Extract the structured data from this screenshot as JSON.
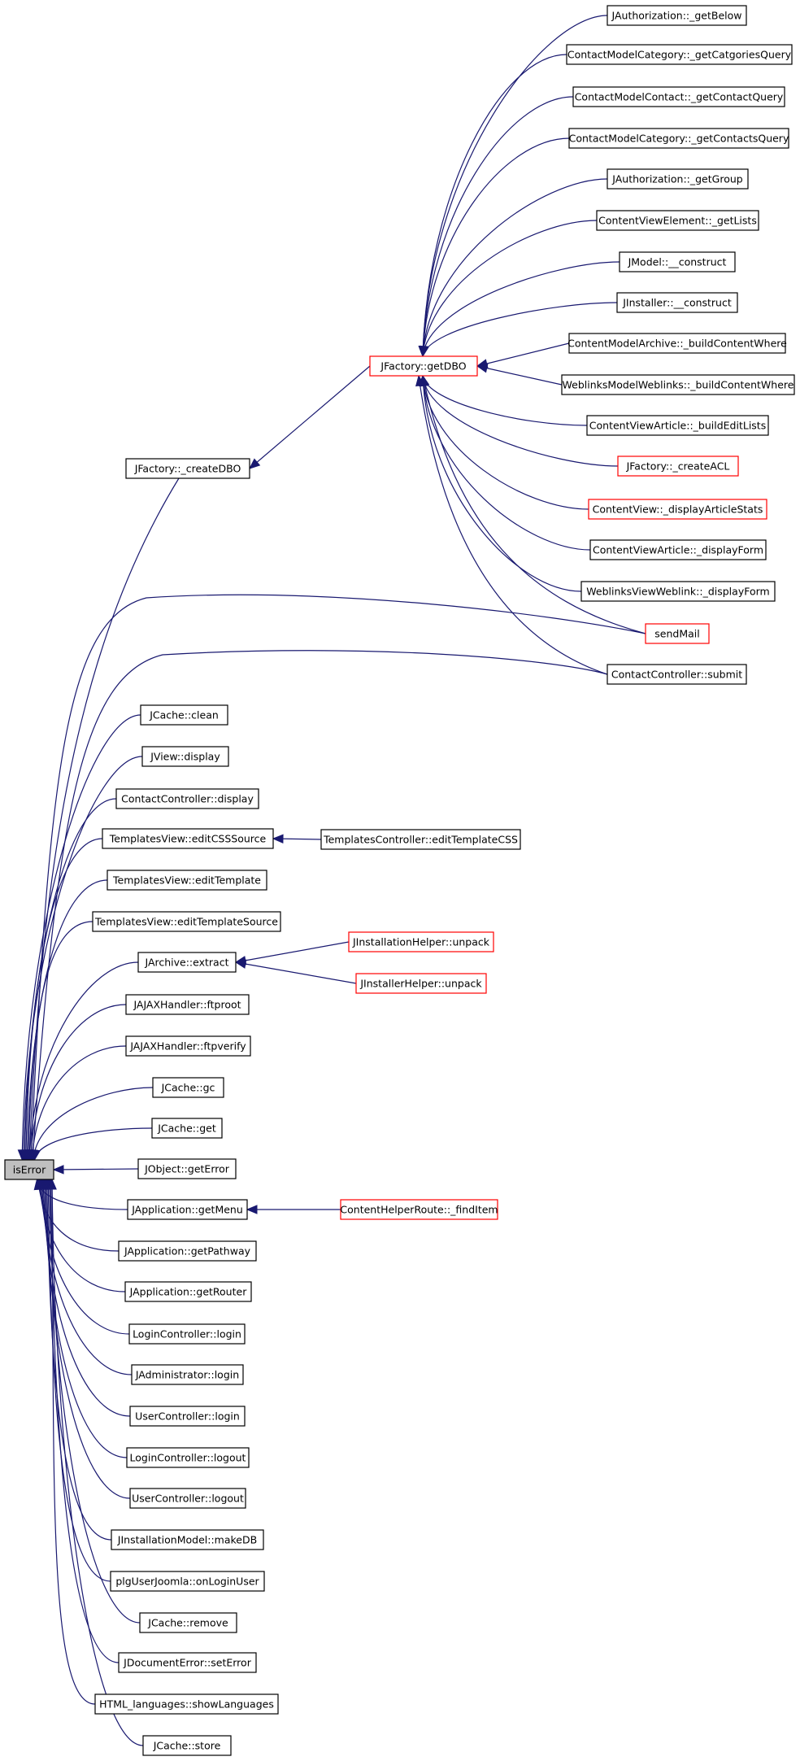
{
  "diagram": {
    "type": "call-graph",
    "root": "isError",
    "colors": {
      "edge": "#191970",
      "border": "#000000",
      "incomplete_border": "#ff0000",
      "root_fill": "#bfbfbf"
    },
    "nodes": [
      {
        "id": "isError",
        "label": "isError",
        "style": "root"
      },
      {
        "id": "n1",
        "label": "JFactory::_createDBO",
        "style": "normal"
      },
      {
        "id": "n2",
        "label": "JFactory::getDBO",
        "style": "red"
      },
      {
        "id": "n3",
        "label": "JAuthorization::_getBelow",
        "style": "normal"
      },
      {
        "id": "n4",
        "label": "ContactModelCategory::_getCatgoriesQuery",
        "style": "normal"
      },
      {
        "id": "n5",
        "label": "ContactModelContact::_getContactQuery",
        "style": "normal"
      },
      {
        "id": "n6",
        "label": "ContactModelCategory::_getContactsQuery",
        "style": "normal"
      },
      {
        "id": "n7",
        "label": "JAuthorization::_getGroup",
        "style": "normal"
      },
      {
        "id": "n8",
        "label": "ContentViewElement::_getLists",
        "style": "normal"
      },
      {
        "id": "n9",
        "label": "JModel::__construct",
        "style": "normal"
      },
      {
        "id": "n10",
        "label": "JInstaller::__construct",
        "style": "normal"
      },
      {
        "id": "n11",
        "label": "ContentModelArchive::_buildContentWhere",
        "style": "normal"
      },
      {
        "id": "n12",
        "label": "WeblinksModelWeblinks::_buildContentWhere",
        "style": "normal"
      },
      {
        "id": "n13",
        "label": "ContentViewArticle::_buildEditLists",
        "style": "normal"
      },
      {
        "id": "n14",
        "label": "JFactory::_createACL",
        "style": "red"
      },
      {
        "id": "n15",
        "label": "ContentView::_displayArticleStats",
        "style": "red"
      },
      {
        "id": "n16",
        "label": "ContentViewArticle::_displayForm",
        "style": "normal"
      },
      {
        "id": "n17",
        "label": "WeblinksViewWeblink::_displayForm",
        "style": "normal"
      },
      {
        "id": "n18",
        "label": "sendMail",
        "style": "red"
      },
      {
        "id": "n19",
        "label": "ContactController::submit",
        "style": "normal"
      },
      {
        "id": "n20",
        "label": "JCache::clean",
        "style": "normal"
      },
      {
        "id": "n21",
        "label": "JView::display",
        "style": "normal"
      },
      {
        "id": "n22",
        "label": "ContactController::display",
        "style": "normal"
      },
      {
        "id": "n23",
        "label": "TemplatesView::editCSSSource",
        "style": "normal"
      },
      {
        "id": "n24",
        "label": "TemplatesController::editTemplateCSS",
        "style": "normal"
      },
      {
        "id": "n25",
        "label": "TemplatesView::editTemplate",
        "style": "normal"
      },
      {
        "id": "n26",
        "label": "TemplatesView::editTemplateSource",
        "style": "normal"
      },
      {
        "id": "n27",
        "label": "JArchive::extract",
        "style": "normal"
      },
      {
        "id": "n28",
        "label": "JInstallationHelper::unpack",
        "style": "red"
      },
      {
        "id": "n29",
        "label": "JInstallerHelper::unpack",
        "style": "red"
      },
      {
        "id": "n30",
        "label": "JAJAXHandler::ftproot",
        "style": "normal"
      },
      {
        "id": "n31",
        "label": "JAJAXHandler::ftpverify",
        "style": "normal"
      },
      {
        "id": "n32",
        "label": "JCache::gc",
        "style": "normal"
      },
      {
        "id": "n33",
        "label": "JCache::get",
        "style": "normal"
      },
      {
        "id": "n34",
        "label": "JObject::getError",
        "style": "normal"
      },
      {
        "id": "n35",
        "label": "JApplication::getMenu",
        "style": "normal"
      },
      {
        "id": "n36",
        "label": "ContentHelperRoute::_findItem",
        "style": "red"
      },
      {
        "id": "n37",
        "label": "JApplication::getPathway",
        "style": "normal"
      },
      {
        "id": "n38",
        "label": "JApplication::getRouter",
        "style": "normal"
      },
      {
        "id": "n39",
        "label": "LoginController::login",
        "style": "normal"
      },
      {
        "id": "n40",
        "label": "JAdministrator::login",
        "style": "normal"
      },
      {
        "id": "n41",
        "label": "UserController::login",
        "style": "normal"
      },
      {
        "id": "n42",
        "label": "LoginController::logout",
        "style": "normal"
      },
      {
        "id": "n43",
        "label": "UserController::logout",
        "style": "normal"
      },
      {
        "id": "n44",
        "label": "JInstallationModel::makeDB",
        "style": "normal"
      },
      {
        "id": "n45",
        "label": "plgUserJoomla::onLoginUser",
        "style": "normal"
      },
      {
        "id": "n46",
        "label": "JCache::remove",
        "style": "normal"
      },
      {
        "id": "n47",
        "label": "JDocumentError::setError",
        "style": "normal"
      },
      {
        "id": "n48",
        "label": "HTML_languages::showLanguages",
        "style": "normal"
      },
      {
        "id": "n49",
        "label": "JCache::store",
        "style": "normal"
      }
    ],
    "edges": [
      [
        "n1",
        "isError"
      ],
      [
        "n18",
        "isError"
      ],
      [
        "n19",
        "isError"
      ],
      [
        "n20",
        "isError"
      ],
      [
        "n21",
        "isError"
      ],
      [
        "n22",
        "isError"
      ],
      [
        "n23",
        "isError"
      ],
      [
        "n25",
        "isError"
      ],
      [
        "n26",
        "isError"
      ],
      [
        "n27",
        "isError"
      ],
      [
        "n30",
        "isError"
      ],
      [
        "n31",
        "isError"
      ],
      [
        "n32",
        "isError"
      ],
      [
        "n33",
        "isError"
      ],
      [
        "n34",
        "isError"
      ],
      [
        "n35",
        "isError"
      ],
      [
        "n37",
        "isError"
      ],
      [
        "n38",
        "isError"
      ],
      [
        "n39",
        "isError"
      ],
      [
        "n40",
        "isError"
      ],
      [
        "n41",
        "isError"
      ],
      [
        "n42",
        "isError"
      ],
      [
        "n43",
        "isError"
      ],
      [
        "n44",
        "isError"
      ],
      [
        "n45",
        "isError"
      ],
      [
        "n46",
        "isError"
      ],
      [
        "n47",
        "isError"
      ],
      [
        "n48",
        "isError"
      ],
      [
        "n49",
        "isError"
      ],
      [
        "n2",
        "n1"
      ],
      [
        "n3",
        "n2"
      ],
      [
        "n4",
        "n2"
      ],
      [
        "n5",
        "n2"
      ],
      [
        "n6",
        "n2"
      ],
      [
        "n7",
        "n2"
      ],
      [
        "n8",
        "n2"
      ],
      [
        "n9",
        "n2"
      ],
      [
        "n10",
        "n2"
      ],
      [
        "n11",
        "n2"
      ],
      [
        "n12",
        "n2"
      ],
      [
        "n13",
        "n2"
      ],
      [
        "n14",
        "n2"
      ],
      [
        "n15",
        "n2"
      ],
      [
        "n16",
        "n2"
      ],
      [
        "n17",
        "n2"
      ],
      [
        "n18",
        "n2"
      ],
      [
        "n19",
        "n2"
      ],
      [
        "n24",
        "n23"
      ],
      [
        "n28",
        "n27"
      ],
      [
        "n29",
        "n27"
      ],
      [
        "n36",
        "n35"
      ]
    ]
  }
}
